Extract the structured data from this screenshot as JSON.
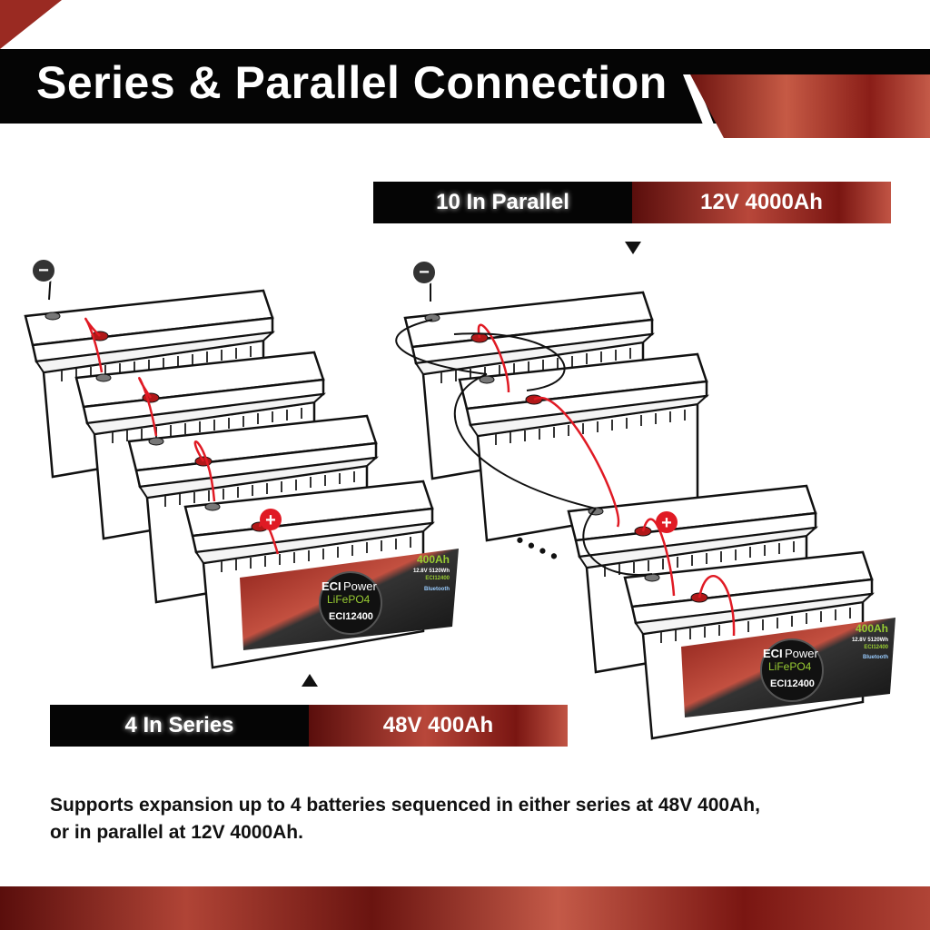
{
  "title": "Series & Parallel Connection",
  "parallel": {
    "label": "10 In Parallel",
    "value": "12V 4000Ah"
  },
  "series": {
    "label": "4 In Series",
    "value": "48V 400Ah"
  },
  "description": "Supports expansion up to 4 batteries sequenced in either series at 48V 400Ah, or in parallel at 12V 4000Ah.",
  "battery_label": {
    "capacity": "400Ah",
    "spec": "12.8V 5120Wh",
    "model_small": "ECI12400",
    "bluetooth": "Bluetooth",
    "brand_a": "ECI",
    "brand_b": "Power",
    "chem": "LiFePO4",
    "model": "ECI12400"
  },
  "terminals": {
    "negative": "−",
    "positive": "+"
  },
  "ellipsis": "• • • •",
  "colors": {
    "accent": "#b8473a",
    "black": "#050505",
    "wire": "#e01a24"
  }
}
